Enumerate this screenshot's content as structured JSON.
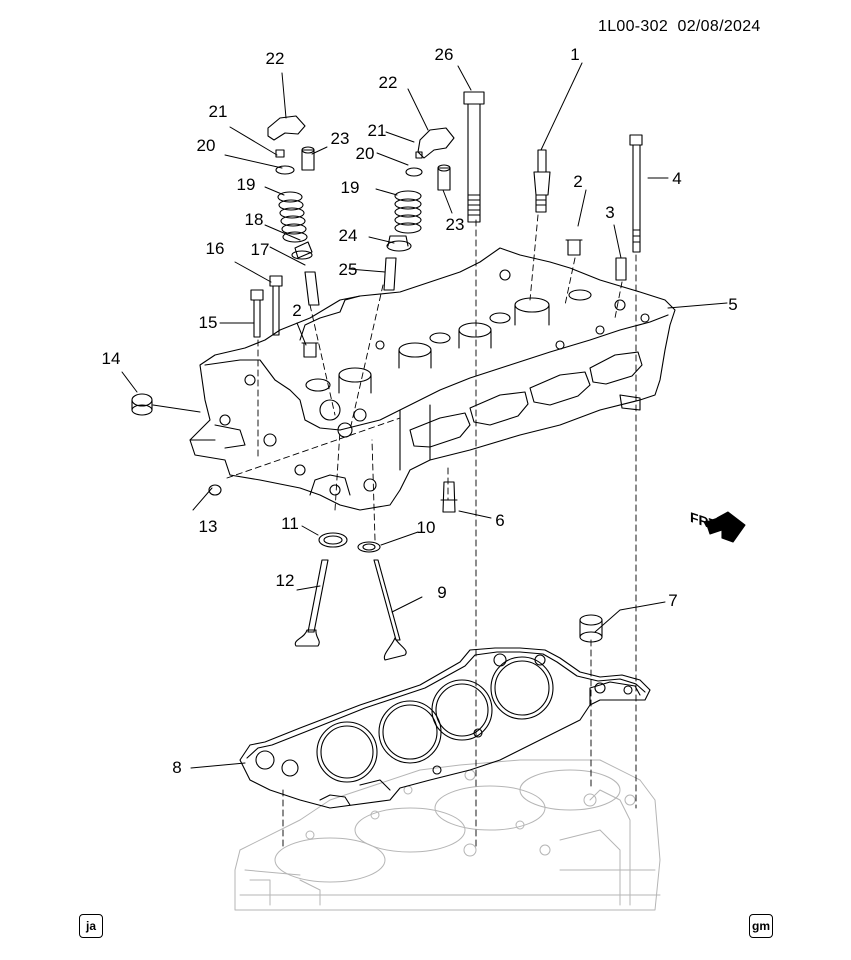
{
  "document": {
    "illustration_id": "1L00-302",
    "date": "02/08/2024",
    "badge_left": "ja",
    "badge_right": "gm",
    "orientation_label": "FRT"
  },
  "callouts": [
    {
      "id": "1",
      "label": "1"
    },
    {
      "id": "2a",
      "label": "2"
    },
    {
      "id": "2b",
      "label": "2"
    },
    {
      "id": "3",
      "label": "3"
    },
    {
      "id": "4",
      "label": "4"
    },
    {
      "id": "5",
      "label": "5"
    },
    {
      "id": "6",
      "label": "6"
    },
    {
      "id": "7",
      "label": "7"
    },
    {
      "id": "8",
      "label": "8"
    },
    {
      "id": "9",
      "label": "9"
    },
    {
      "id": "10",
      "label": "10"
    },
    {
      "id": "11",
      "label": "11"
    },
    {
      "id": "12",
      "label": "12"
    },
    {
      "id": "13",
      "label": "13"
    },
    {
      "id": "14",
      "label": "14"
    },
    {
      "id": "15",
      "label": "15"
    },
    {
      "id": "16",
      "label": "16"
    },
    {
      "id": "17",
      "label": "17"
    },
    {
      "id": "18",
      "label": "18"
    },
    {
      "id": "19a",
      "label": "19"
    },
    {
      "id": "19b",
      "label": "19"
    },
    {
      "id": "20a",
      "label": "20"
    },
    {
      "id": "20b",
      "label": "20"
    },
    {
      "id": "21a",
      "label": "21"
    },
    {
      "id": "21b",
      "label": "21"
    },
    {
      "id": "22a",
      "label": "22"
    },
    {
      "id": "22b",
      "label": "22"
    },
    {
      "id": "23a",
      "label": "23"
    },
    {
      "id": "23b",
      "label": "23"
    },
    {
      "id": "24",
      "label": "24"
    },
    {
      "id": "25",
      "label": "25"
    },
    {
      "id": "26",
      "label": "26"
    }
  ]
}
